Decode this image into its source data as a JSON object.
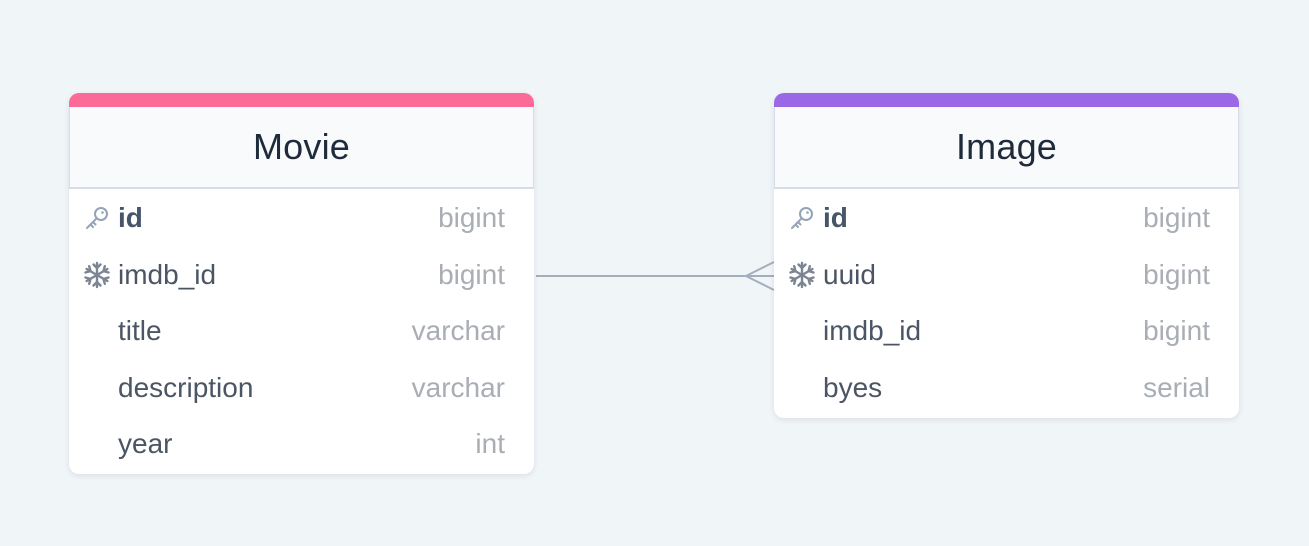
{
  "tables": {
    "movie": {
      "title": "Movie",
      "accent_color": "#fc6a98",
      "columns": [
        {
          "name": "id",
          "type": "bigint",
          "icon": "key-icon",
          "bold": true
        },
        {
          "name": "imdb_id",
          "type": "bigint",
          "icon": "snowflake-icon",
          "bold": false
        },
        {
          "name": "title",
          "type": "varchar",
          "icon": "",
          "bold": false
        },
        {
          "name": "description",
          "type": "varchar",
          "icon": "",
          "bold": false
        },
        {
          "name": "year",
          "type": "int",
          "icon": "",
          "bold": false
        }
      ]
    },
    "image": {
      "title": "Image",
      "accent_color": "#9a68e5",
      "columns": [
        {
          "name": "id",
          "type": "bigint",
          "icon": "key-icon",
          "bold": true
        },
        {
          "name": "uuid",
          "type": "bigint",
          "icon": "snowflake-icon",
          "bold": false
        },
        {
          "name": "imdb_id",
          "type": "bigint",
          "icon": "",
          "bold": false
        },
        {
          "name": "byes",
          "type": "serial",
          "icon": "",
          "bold": false
        }
      ]
    }
  },
  "relationship": {
    "from": "Movie.imdb_id",
    "to": "Image.uuid",
    "cardinality": "one-to-many",
    "line_color": "#a4afbd"
  }
}
